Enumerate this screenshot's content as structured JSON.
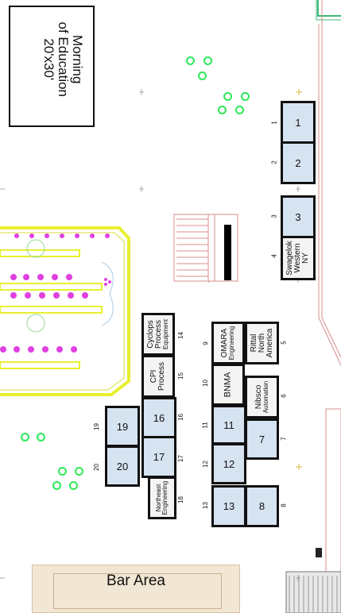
{
  "areas": {
    "morning_of_education": [
      "Morning",
      "of Education",
      "20'x30'"
    ],
    "bar_area": "Bar Area"
  },
  "booths": {
    "b1": "1",
    "b2": "2",
    "b3": "3",
    "b4": [
      "Swagelok",
      "Western",
      "NY"
    ],
    "b5": [
      "Rittal",
      "North",
      "America"
    ],
    "b6": [
      "Nibsco",
      "Automation"
    ],
    "b7": "7",
    "b8": "8",
    "b9": [
      "OMARA",
      "Engineering"
    ],
    "b10": "BNMA",
    "b11": "11",
    "b12": "12",
    "b13": "13",
    "b14": [
      "Cyclops",
      "Process",
      "Equipment"
    ],
    "b15": [
      "CPI",
      "Process"
    ],
    "b16": "16",
    "b17": "17",
    "b18": [
      "Northeast",
      "Engineering"
    ],
    "b19": "19",
    "b20": "20"
  },
  "side_numbers": {
    "s1": "1",
    "s2": "2",
    "s3": "3",
    "s4": "4",
    "s5": "5",
    "s6": "6",
    "s7": "7",
    "s8": "8",
    "s9": "9",
    "s10": "10",
    "s11": "11",
    "s12": "12",
    "s13": "13",
    "s14": "14",
    "s15": "15",
    "s16": "16",
    "s17": "17",
    "s18": "18",
    "s19": "19",
    "s20": "20"
  },
  "colors": {
    "booth_fill": "#d6e3f1",
    "tables": "#2ee85a",
    "restroom": "#e8f030",
    "wall": "#d98c8c"
  }
}
